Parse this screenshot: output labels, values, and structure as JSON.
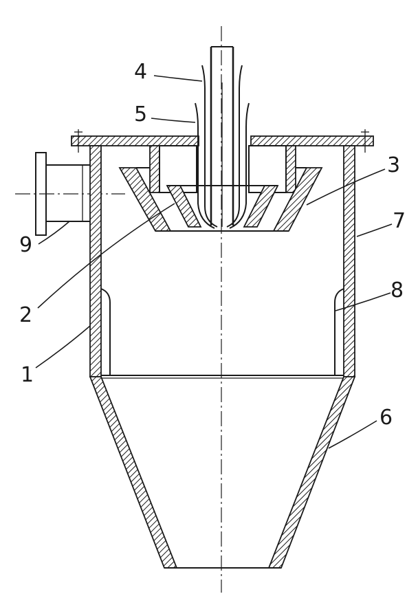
{
  "callouts": {
    "c1": "1",
    "c2": "2",
    "c3": "3",
    "c4": "4",
    "c5": "5",
    "c6": "6",
    "c7": "7",
    "c8": "8",
    "c9": "9"
  },
  "colors": {
    "ink": "#1a1a1a",
    "paper": "#ffffff"
  }
}
